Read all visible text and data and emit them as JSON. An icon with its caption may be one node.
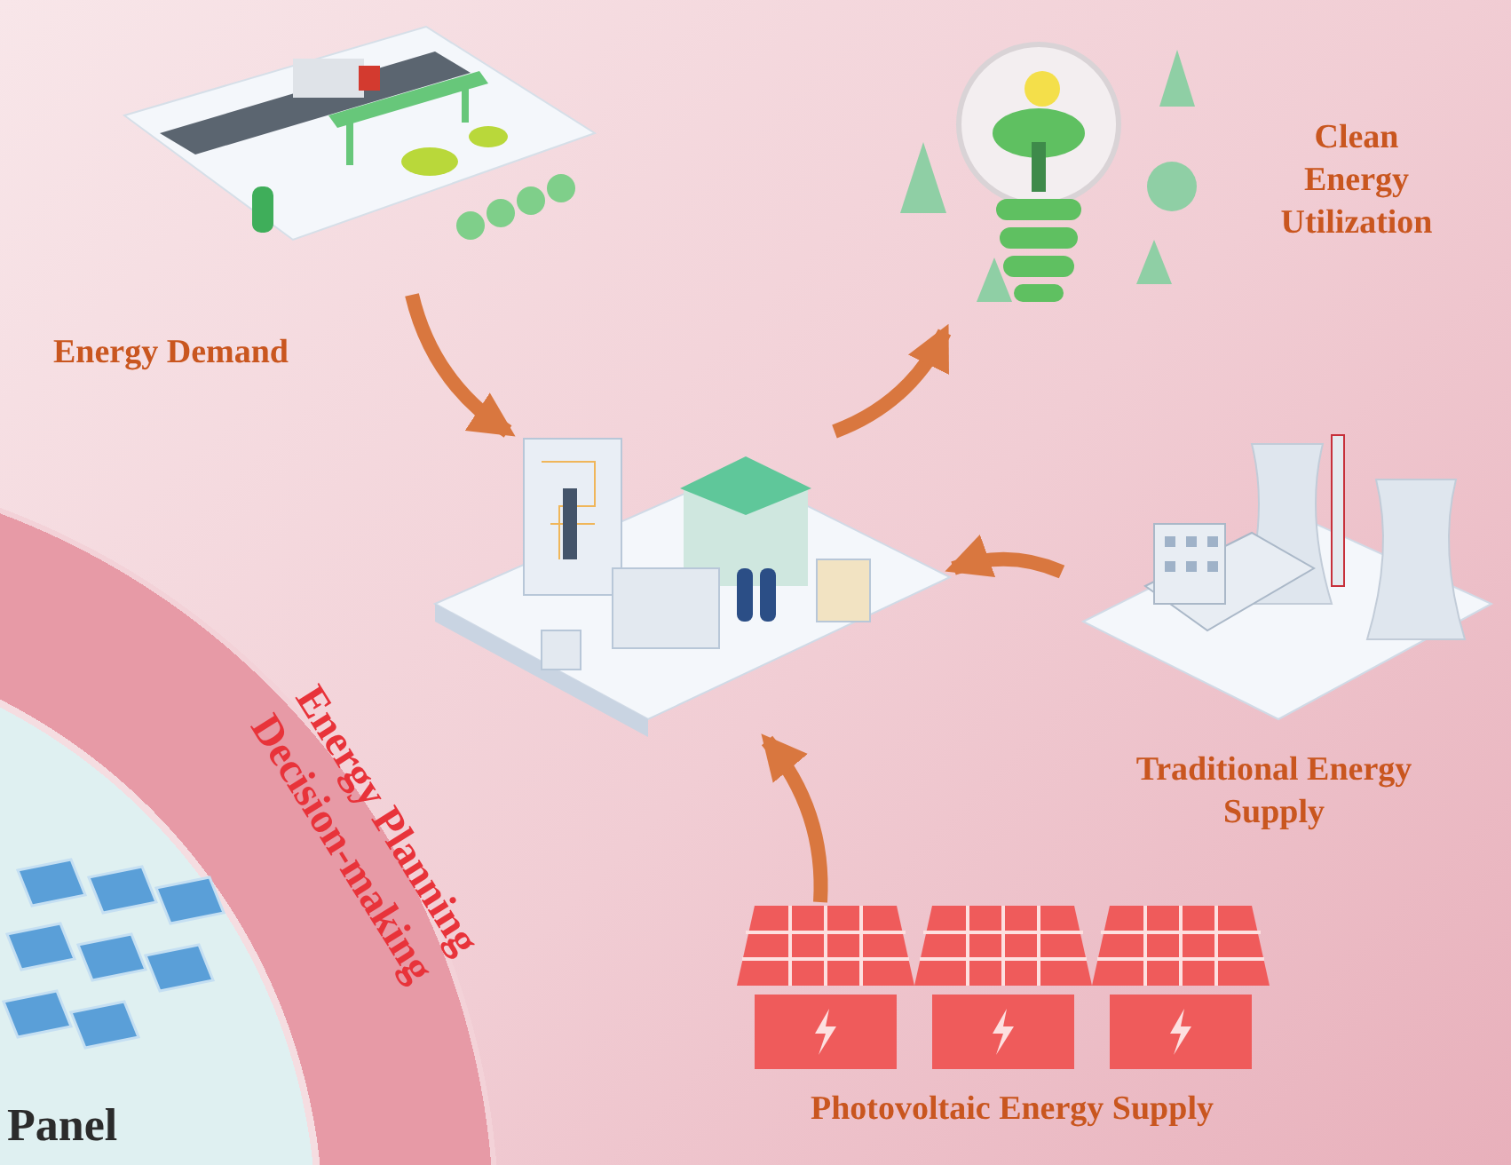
{
  "diagram": {
    "nodes": [
      {
        "text": [
          "Energy Planning Decision-making"
        ]
      },
      {
        "text": [
          "Panel"
        ],
        "in": 0
      },
      {
        "text": [
          "Energy Demand"
        ]
      },
      {
        "text": [
          "Clean Energy Utilization"
        ]
      },
      {
        "text": [],
        "shape": "picture"
      },
      {
        "text": [
          "Traditional Energy Supply"
        ]
      },
      {
        "text": [
          "Photovoltaic Energy Supply"
        ]
      }
    ],
    "edges": [
      {
        "from": 2,
        "to": 4,
        "arrow": "to"
      },
      {
        "from": 4,
        "to": 3,
        "arrow": "to"
      },
      {
        "from": 5,
        "to": 4,
        "arrow": "to"
      },
      {
        "from": 6,
        "to": 4,
        "arrow": "to"
      }
    ]
  }
}
